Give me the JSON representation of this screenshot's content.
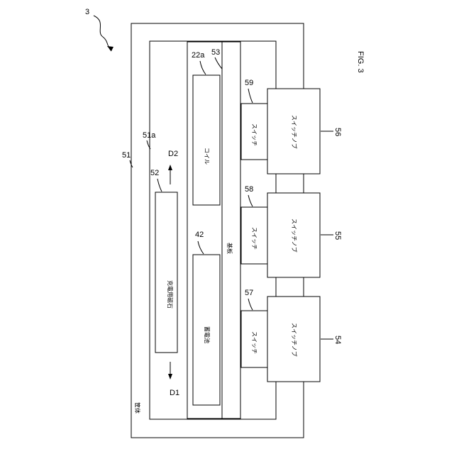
{
  "figure": {
    "label": "FIG. 3"
  },
  "refs": {
    "device": "3",
    "casing": "51",
    "casing_inner": "51a",
    "magnet": "52",
    "substrate": "53",
    "coil": "22a",
    "battery": "42",
    "switch_1": "57",
    "switch_2": "58",
    "switch_3": "59",
    "knob_1": "54",
    "knob_2": "55",
    "knob_3": "56",
    "dir_1": "D1",
    "dir_2": "D2"
  },
  "labels": {
    "casing": "筐体",
    "magnet": "充電用磁石",
    "substrate": "基板",
    "coil": "コイル",
    "battery": "蓄電池",
    "switch": "スイッチ",
    "knob": "スイッチノブ"
  }
}
